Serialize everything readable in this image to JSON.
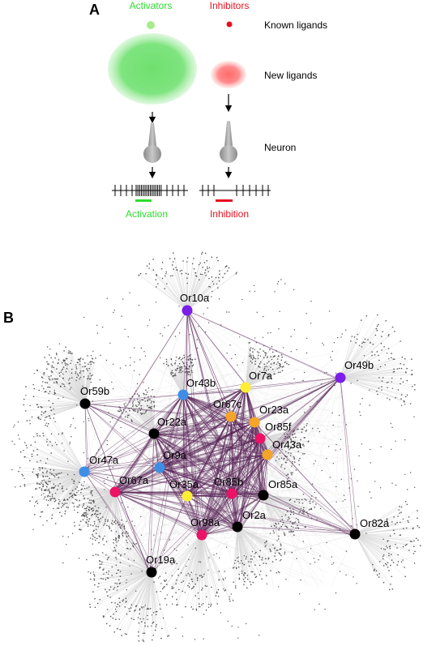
{
  "panel_a": {
    "label": "A",
    "activators_title": "Activators",
    "inhibitors_title": "Inhibitors",
    "known_ligands": "Known ligands",
    "new_ligands": "New ligands",
    "neuron": "Neuron",
    "activation": "Activation",
    "inhibition": "Inhibition",
    "colors": {
      "activator": "#2ddc2d",
      "inhibitor": "#e8101e"
    }
  },
  "panel_b": {
    "label": "B",
    "colors": {
      "edge_strong": "#5a2458",
      "edge_light": "#d8d8d8",
      "ligand_dot": "#555555",
      "hub_purple": "#7a1ee8",
      "hub_blue": "#3e8ee6",
      "hub_yellow": "#ffee33",
      "hub_orange": "#f4a428",
      "hub_magenta": "#ec1265",
      "hub_black": "#000000"
    },
    "nodes": [
      {
        "name": "Or10a",
        "color": "purple"
      },
      {
        "name": "Or49b",
        "color": "purple"
      },
      {
        "name": "Or43b",
        "color": "blue"
      },
      {
        "name": "Or7a",
        "color": "yellow"
      },
      {
        "name": "Or59b",
        "color": "black"
      },
      {
        "name": "Or67c",
        "color": "orange"
      },
      {
        "name": "Or23a",
        "color": "orange"
      },
      {
        "name": "Or22a",
        "color": "black"
      },
      {
        "name": "Or85f",
        "color": "magenta"
      },
      {
        "name": "Or43a",
        "color": "orange"
      },
      {
        "name": "Or47a",
        "color": "blue"
      },
      {
        "name": "Or9a",
        "color": "blue"
      },
      {
        "name": "Or67a",
        "color": "magenta"
      },
      {
        "name": "Or35a",
        "color": "yellow"
      },
      {
        "name": "Or85b",
        "color": "magenta"
      },
      {
        "name": "Or85a",
        "color": "black"
      },
      {
        "name": "Or98a",
        "color": "magenta"
      },
      {
        "name": "Or2a",
        "color": "black"
      },
      {
        "name": "Or82a",
        "color": "black"
      },
      {
        "name": "Or19a",
        "color": "black"
      }
    ]
  }
}
